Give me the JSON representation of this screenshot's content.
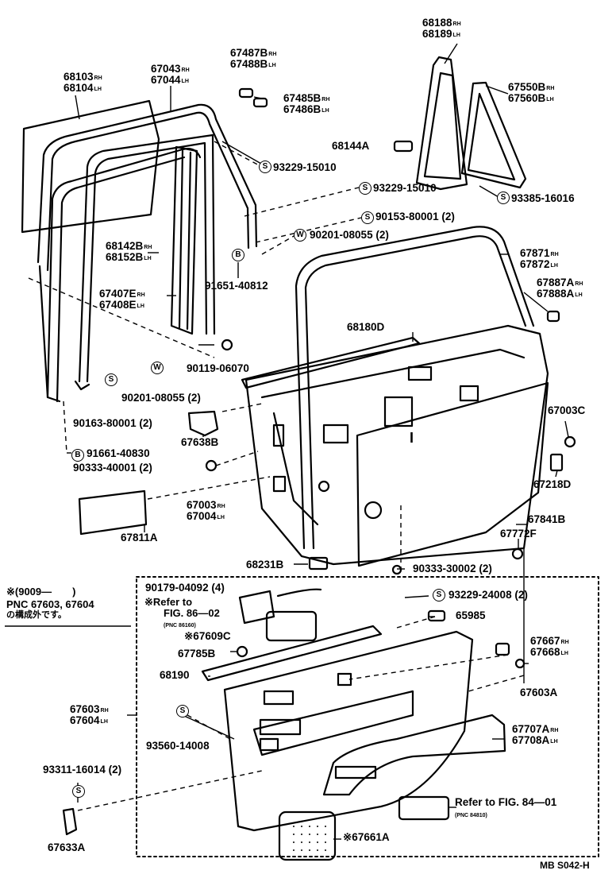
{
  "labels": {
    "p68103": "68103",
    "p68103_sfx": "RH",
    "p68104": "68104",
    "p68104_sfx": "LH",
    "p67043": "67043",
    "p67043_sfx": "RH",
    "p67044": "67044",
    "p67044_sfx": "LH",
    "p67487b": "67487B",
    "p67487b_sfx": "RH",
    "p67488b": "67488B",
    "p67488b_sfx": "LH",
    "p67485b": "67485B",
    "p67485b_sfx": "RH",
    "p67486b": "67486B",
    "p67486b_sfx": "LH",
    "p68188": "68188",
    "p68188_sfx": "RH",
    "p68189": "68189",
    "p68189_sfx": "LH",
    "p67550b": "67550B",
    "p67550b_sfx": "RH",
    "p67560b": "67560B",
    "p67560b_sfx": "LH",
    "p68144a": "68144A",
    "p93229_15010_a": "93229-15010",
    "p93229_15010_b": "93229-15010",
    "p93385_16016": "93385-16016",
    "p90153_80001": "90153-80001 (2)",
    "p90201_08055_a": "90201-08055 (2)",
    "p68142b": "68142B",
    "p68142b_sfx": "RH",
    "p68152b": "68152B",
    "p68152b_sfx": "LH",
    "p91651_40812": "91651-40812",
    "p67871": "67871",
    "p67871_sfx": "RH",
    "p67872": "67872",
    "p67872_sfx": "LH",
    "p67887a": "67887A",
    "p67887a_sfx": "RH",
    "p67888a": "67888A",
    "p67888a_sfx": "LH",
    "p67407e": "67407E",
    "p67407e_sfx": "RH",
    "p67408e": "67408E",
    "p67408e_sfx": "LH",
    "p68180d": "68180D",
    "p90119_06070": "90119-06070",
    "p90201_08055_b": "90201-08055 (2)",
    "p90163_80001": "90163-80001 (2)",
    "p67638b": "67638B",
    "p67003c": "67003C",
    "p91661_40830": "91661-40830",
    "p90333_40001": "90333-40001 (2)",
    "p67218d": "67218D",
    "p67003": "67003",
    "p67003_sfx": "RH",
    "p67004": "67004",
    "p67004_sfx": "LH",
    "p67841b": "67841B",
    "p67811a": "67811A",
    "p67772f": "67772F",
    "p68231b": "68231B",
    "p90333_30002": "90333-30002 (2)",
    "p90179_04092": "90179-04092 (4)",
    "p93229_24008": "93229-24008 (2)",
    "p65985": "65985",
    "p67609c": "※67609C",
    "p67785b": "67785B",
    "p67667": "67667",
    "p67667_sfx": "RH",
    "p67668": "67668",
    "p67668_sfx": "LH",
    "p68190": "68190",
    "p67603a": "67603A",
    "p67603": "67603",
    "p67603_sfx": "RH",
    "p67604": "67604",
    "p67604_sfx": "LH",
    "p93560_14008": "93560-14008",
    "p67707a": "67707A",
    "p67707a_sfx": "RH",
    "p67708a": "67708A",
    "p67708a_sfx": "LH",
    "p93311_16014": "93311-16014 (2)",
    "p67633a": "67633A",
    "p67661a": "※67661A",
    "ref84_a": "Refer to FIG. 84—01",
    "ref84_b": "(PNC 84810)",
    "ref86_a": "※Refer to",
    "ref86_b": "FIG. 86—02",
    "ref86_c": "(PNC 86160)"
  },
  "note": {
    "line1": "※(9009—　　)",
    "line2": "PNC 67603, 67604",
    "line3": "の構成外です。"
  },
  "symbols": {
    "screw": "S",
    "washer": "W",
    "bolt": "B"
  },
  "drawing_code": "MB S042-H",
  "panel_mark": "I"
}
